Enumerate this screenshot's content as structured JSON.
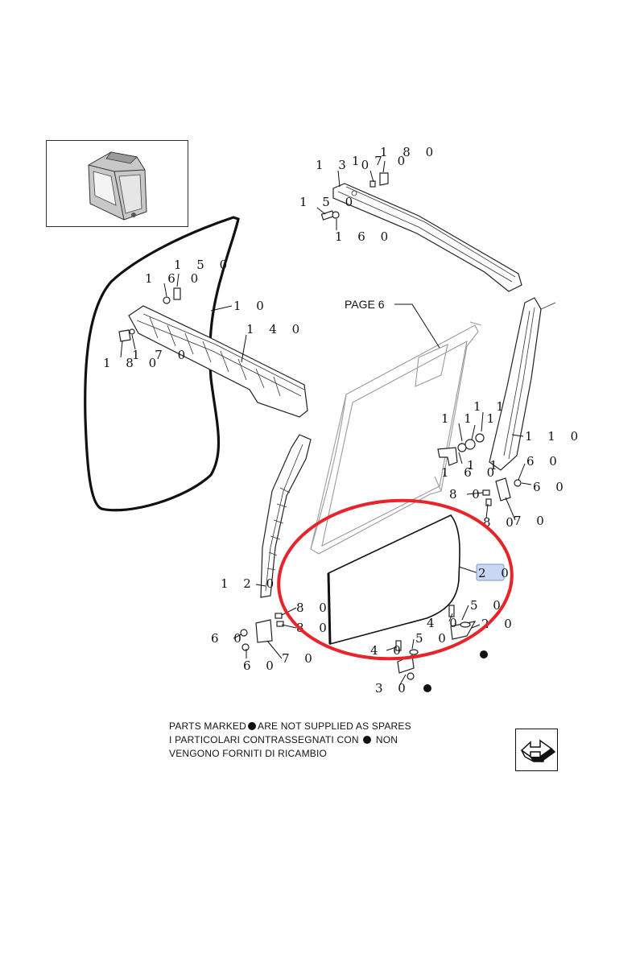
{
  "diagram": {
    "page_reference": "PAGE 6",
    "highlighted_label": "2 0",
    "callouts": [
      "1 3 0",
      "1 7 0",
      "1 8 0",
      "1 5 0",
      "1 6 0",
      "1 6 0",
      "1 5 0",
      "1 0",
      "1 4 0",
      "1 8 0",
      "1 7 0",
      "1 1 1",
      "1 1",
      "1 6 0",
      "1 1",
      "1 1 0",
      "6 0",
      "6 0",
      "8 0",
      "8 0",
      "7 0",
      "1 2 0",
      "8 0",
      "8 0",
      "6 0",
      "6 0",
      "7 0",
      "5 0",
      "4 0",
      "2 0",
      "4 0",
      "5 0",
      "3 0"
    ]
  },
  "notes": {
    "line1_a": "PARTS MARKED",
    "line1_b": "ARE NOT SUPPLIED AS SPARES",
    "line2_a": "I  PARTICOLARI  CONTRASSEGNATI  CON",
    "line2_b": "NON",
    "line3": "VENGONO FORNITI DI RICAMBIO"
  },
  "icons": {
    "thumbnail": "cab-thumbnail-icon",
    "nav": "next-page-arrow-icon",
    "not_supplied_marker": "filled-dot-icon"
  },
  "colors": {
    "highlight_ellipse": "#e8232a",
    "highlight_box": "#c9d7f2",
    "ink": "#111111"
  }
}
